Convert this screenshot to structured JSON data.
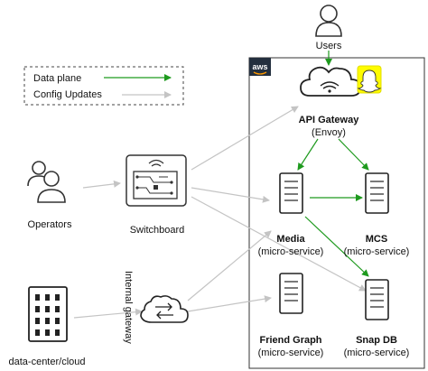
{
  "legend": {
    "data_plane": "Data plane",
    "config_updates": "Config Updates"
  },
  "aws_label": "aws",
  "actors": {
    "users": "Users",
    "operators": "Operators",
    "switchboard": "Switchboard",
    "internal_gateway": "Internal gateway",
    "datacenter": "data-center/cloud"
  },
  "services": {
    "api_gateway": {
      "name": "API Gateway",
      "sub": "(Envoy)"
    },
    "media": {
      "name": "Media",
      "sub": "(micro-service)"
    },
    "mcs": {
      "name": "MCS",
      "sub": "(micro-service)"
    },
    "friend_graph": {
      "name": "Friend Graph",
      "sub": "(micro-service)"
    },
    "snap_db": {
      "name": "Snap DB",
      "sub": "(micro-service)"
    }
  },
  "colors": {
    "data_plane": "#1e9a1e",
    "config_updates": "#c4c4c4",
    "snapchat_yellow": "#fffc00",
    "outline": "#222222"
  },
  "icons": {
    "users": "person-icon",
    "operators": "group-icon",
    "switchboard": "circuit-board-icon",
    "internal_gateway": "cloud-exchange-icon",
    "datacenter": "building-icon",
    "api_gateway": "cloud-wifi-icon",
    "snapchat": "snapchat-ghost-icon",
    "service": "server-icon"
  }
}
